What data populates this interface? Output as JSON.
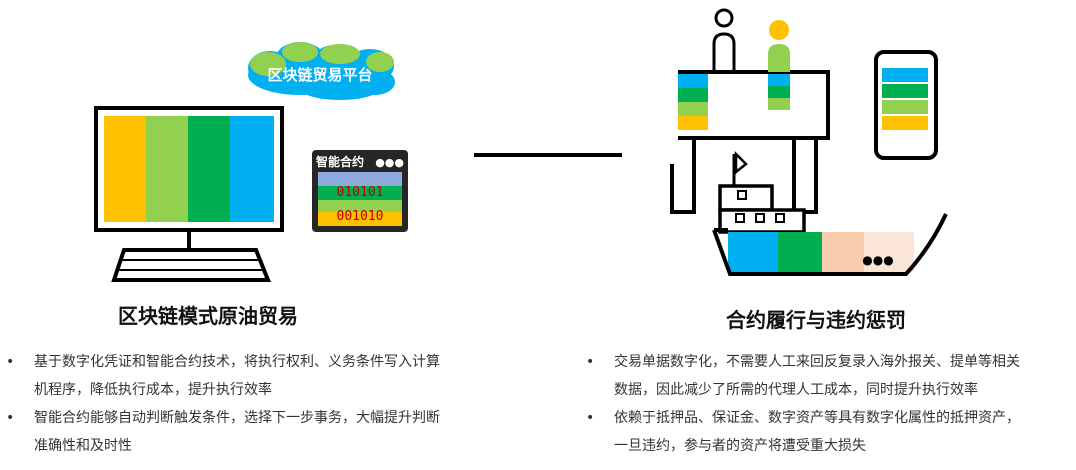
{
  "colors": {
    "yellow": "#FFC000",
    "light_green": "#92D050",
    "green": "#00B050",
    "blue": "#00B0F0",
    "cloud_blue": "#00B0F0",
    "cloud_green": "#92D050",
    "peach": "#F8CBAD",
    "light_peach": "#FBE5D6",
    "orange": "#ED7D31"
  },
  "left": {
    "cloud_label": "区块链贸易平台",
    "contract_window": {
      "title": "智能合约",
      "dots": "●●●",
      "row1": "010101",
      "row2": "001010"
    },
    "heading": "区块链模式原油贸易",
    "bullets": [
      {
        "marker": "•",
        "line1": "基于数字化凭证和智能合约技术，将执行权利、义务条件写入计算",
        "line2": "机程序，降低执行成本，提升执行效率"
      },
      {
        "marker": "•",
        "line1": "智能合约能够自动判断触发条件，选择下一步事务，大幅提升判断",
        "line2": "准确性和及时性"
      }
    ]
  },
  "right": {
    "ship_dots": "●●●",
    "heading": "合约履行与违约惩罚",
    "bullets": [
      {
        "marker": "•",
        "line1": "交易单据数字化，不需要人工来回反复录入海外报关、提单等相关",
        "line2": "数据，因此减少了所需的代理人工成本，同时提升执行效率"
      },
      {
        "marker": "•",
        "line1": "依赖于抵押品、保证金、数字资产等具有数字化属性的抵押资产，",
        "line2": "一旦违约，参与者的资产将遭受重大损失"
      }
    ]
  }
}
